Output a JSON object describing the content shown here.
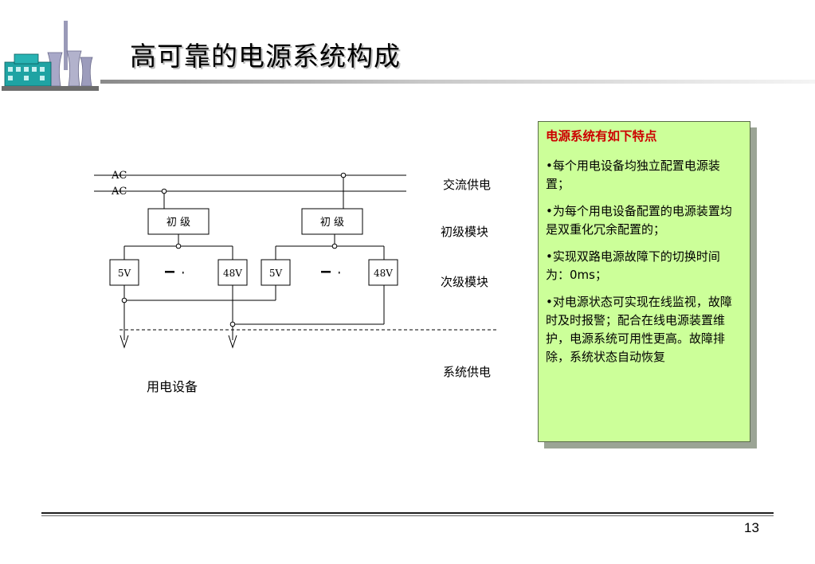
{
  "slide": {
    "title": "高可靠的电源系统构成",
    "page_number": "13"
  },
  "diagram": {
    "ac_lines": [
      "AC",
      "AC"
    ],
    "primary_modules": [
      "初 级",
      "初 级"
    ],
    "secondary_modules": [
      {
        "left": "5V",
        "right": "48V"
      },
      {
        "left": "5V",
        "right": "48V"
      }
    ],
    "stage_labels": {
      "ac_supply": "交流供电",
      "primary": "初级模块",
      "secondary": "次级模块",
      "system_supply": "系统供电"
    },
    "load_label": "用电设备"
  },
  "info_panel": {
    "heading": "电源系统有如下特点",
    "items": [
      "•每个用电设备均独立配置电源装置；",
      "•为每个用电设备配置的电源装置均是双重化冗余配置的；",
      "•实现双路电源故障下的切换时间为：0ms；",
      "•对电源状态可实现在线监视，故障时及时报警；配合在线电源装置维护，电源系统可用性更高。故障排除，系统状态自动恢复"
    ]
  },
  "colors": {
    "info_bg": "#ccff99",
    "info_heading": "#cc0000",
    "logo_teal": "#1fa3a3"
  },
  "icons": [
    "power-plant-logo-icon"
  ]
}
